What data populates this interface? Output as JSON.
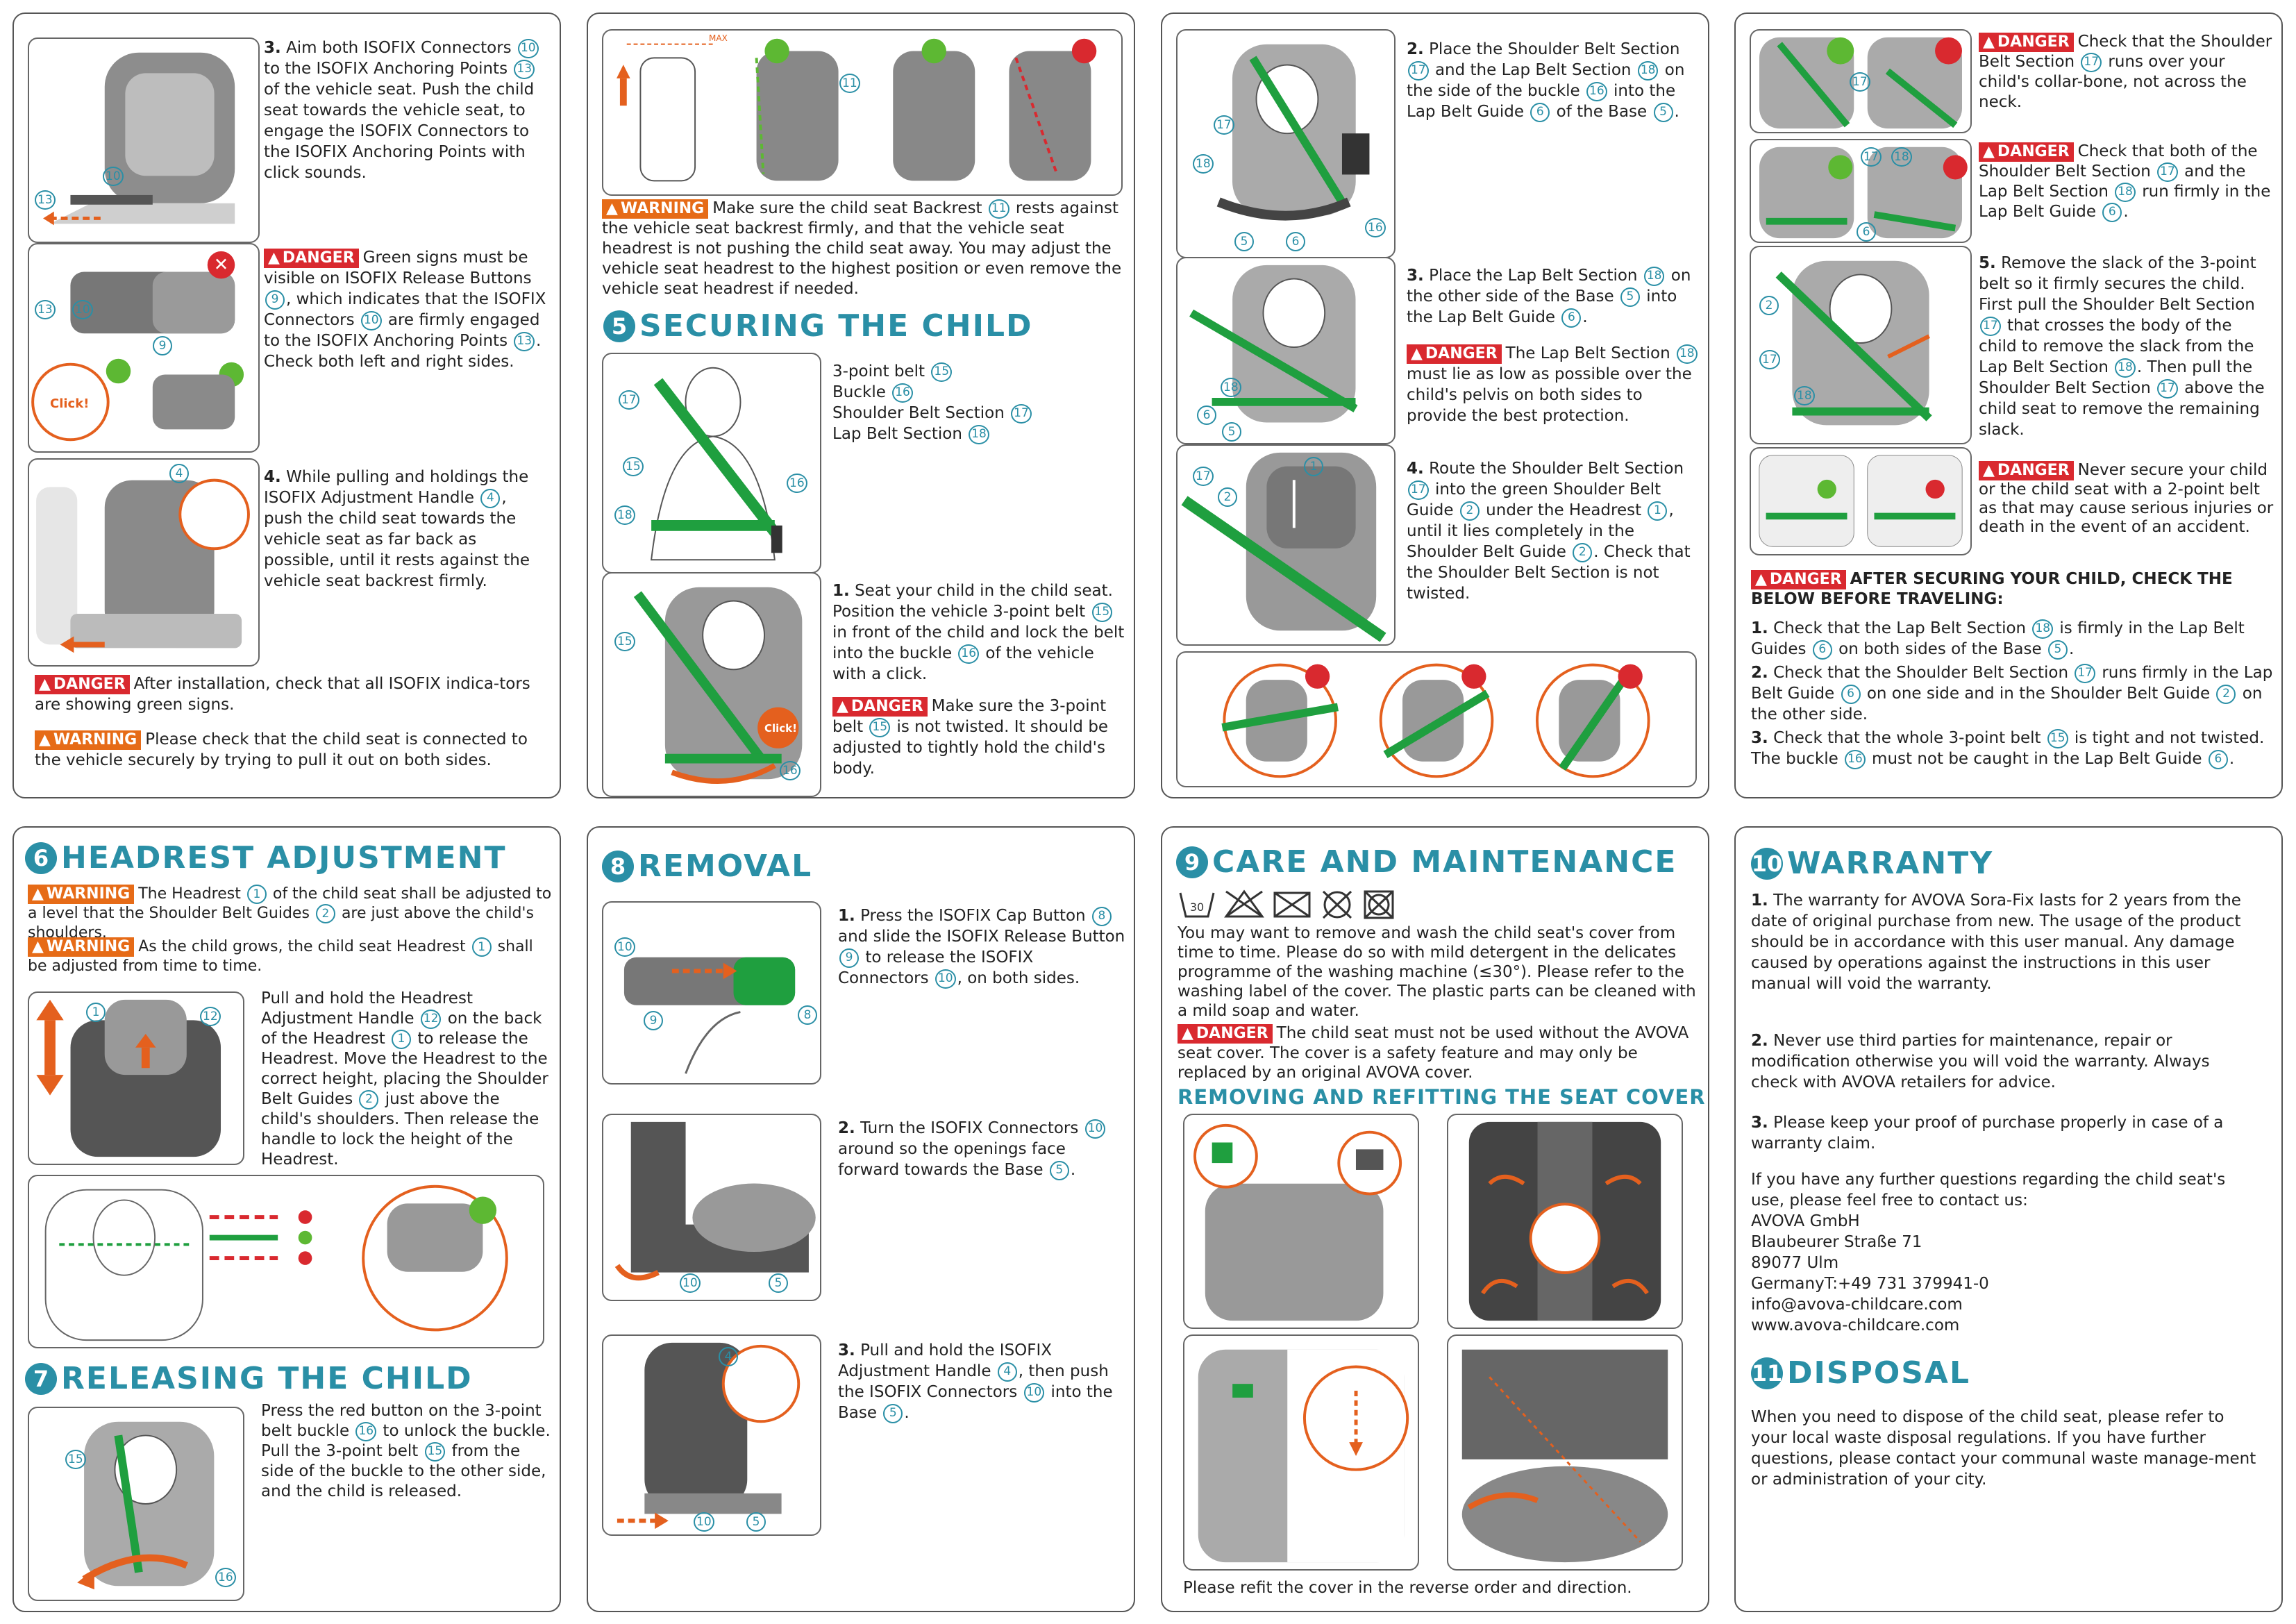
{
  "p1": {
    "s3": {
      "num": "3.",
      "t1": "Aim both ISOFIX Connectors",
      "c10": "10",
      "t2": "to the ISOFIX Anchoring Points",
      "c13": "13",
      "t3": "of the vehicle seat. Push the child seat towards the vehicle seat, to engage the ISOFIX Connectors to the ISOFIX Anchoring Points with click sounds."
    },
    "d1": {
      "badge": "DANGER",
      "t1": "Green signs must be visible on ISOFIX Release Buttons",
      "c9": "9",
      "t2": ", which indicates that the ISOFIX Connectors",
      "c10": "10",
      "t3": "are firmly engaged to the ISOFIX Anchoring Points",
      "c13": "13",
      "t4": ". Check both left and right sides."
    },
    "s4": {
      "num": "4.",
      "t1": "While pulling and holdings the ISOFIX Adjustment Handle",
      "c4": "4",
      "t2": ", push the child seat towards the vehicle seat as far back as possible, until it rests against the vehicle seat backrest firmly."
    },
    "d2": {
      "badge": "DANGER",
      "text": "After installation, check that all ISOFIX indica-tors are showing green signs."
    },
    "w1": {
      "badge": "WARNING",
      "text": "Please check that the child seat is connected to the vehicle securely by trying to pull it out on both sides."
    },
    "figs": {
      "c13": "13",
      "c10": "10",
      "c9": "9",
      "click": "Click!",
      "c4": "4"
    }
  },
  "p2": {
    "max": "MAX",
    "c11": "11",
    "w1": {
      "badge": "WARNING",
      "t1": "Make sure the child seat Backrest",
      "c11": "11",
      "t2": "rests against the vehicle seat backrest firmly, and that the vehicle seat headrest is not pushing the child seat away. You may adjust the vehicle seat headrest to the highest position or even remove the vehicle seat headrest if needed."
    },
    "sec": {
      "num": "5",
      "title": "SECURING THE CHILD"
    },
    "legend": [
      {
        "label": "3-point belt",
        "num": "15"
      },
      {
        "label": "Buckle",
        "num": "16"
      },
      {
        "label": "Shoulder Belt Section",
        "num": "17"
      },
      {
        "label": "Lap Belt Section",
        "num": "18"
      }
    ],
    "s1": {
      "num": "1.",
      "t1": "Seat your child in the child seat. Position the vehicle 3-point belt",
      "c15": "15",
      "t2": "in front of the child and lock the belt into the buckle",
      "c16": "16",
      "t3": "of the vehicle with a click."
    },
    "d1": {
      "badge": "DANGER",
      "t1": "Make sure the 3-point belt",
      "c15": "15",
      "t2": "is not twisted. It should be adjusted to tightly hold the child's body."
    },
    "figs": {
      "c17": "17",
      "c15": "15",
      "c18": "18",
      "c16": "16",
      "click": "Click!"
    }
  },
  "p3": {
    "s2": {
      "num": "2.",
      "t1": "Place the Shoulder Belt Section",
      "c17": "17",
      "t2": "and the Lap Belt Section",
      "c18": "18",
      "t3": "on the side of the buckle",
      "c16": "16",
      "t4": "into the Lap Belt Guide",
      "c6": "6",
      "t5": "of the Base",
      "c5": "5",
      "t6": "."
    },
    "s3": {
      "num": "3.",
      "t1": "Place the Lap Belt Section",
      "c18": "18",
      "t2": "on the other side of the Base",
      "c5": "5",
      "t3": "into the Lap Belt Guide",
      "c6": "6",
      "t4": "."
    },
    "d1": {
      "badge": "DANGER",
      "t1": "The Lap Belt Section",
      "c18": "18",
      "t2": "must lie as low as possible over the child's pelvis on both sides to provide the best protection."
    },
    "s4": {
      "num": "4.",
      "t1": "Route the Shoulder Belt Section",
      "c17": "17",
      "t2": "into the green Shoulder Belt Guide",
      "c2": "2",
      "t3": "under the Headrest",
      "c1": "1",
      "t4": ", until it lies completely in the Shoulder Belt Guide",
      "c2b": "2",
      "t5": ". Check that the Shoulder Belt Section is not twisted."
    },
    "figs": {
      "c17": "17",
      "c18": "18",
      "c5": "5",
      "c6": "6",
      "c16": "16",
      "c1": "1",
      "c2": "2"
    }
  },
  "p4": {
    "d1": {
      "badge": "DANGER",
      "t1": "Check that the Shoulder Belt Section",
      "c17": "17",
      "t2": "runs over your child's collar-bone, not across the neck."
    },
    "d2": {
      "badge": "DANGER",
      "t1": "Check that both of the Shoulder Belt Section",
      "c17": "17",
      "t2": "and the Lap Belt Section",
      "c18": "18",
      "t3": "run firmly in the Lap Belt Guide",
      "c6": "6",
      "t4": "."
    },
    "s5": {
      "num": "5.",
      "t1": "Remove the slack of the 3-point belt so it firmly secures the child. First pull the Shoulder Belt Section",
      "c17": "17",
      "t2": "that crosses the body of the child to remove the slack from the Lap Belt Section",
      "c18": "18",
      "t3": ". Then pull the Shoulder Belt Section",
      "c17b": "17",
      "t4": "above the child seat to remove the remaining slack."
    },
    "d3": {
      "badge": "DANGER",
      "text": "Never secure your child or the child seat with a 2-point belt as that may cause serious injuries or death in the event of an accident."
    },
    "d4": {
      "badge": "DANGER",
      "title": "AFTER SECURING YOUR CHILD, CHECK THE BELOW BEFORE TRAVELING:"
    },
    "checks": {
      "a": {
        "num": "1.",
        "t1": "Check that the Lap Belt Section",
        "c18": "18",
        "t2": "is firmly in the Lap Belt Guides",
        "c6": "6",
        "t3": "on both sides of the Base",
        "c5": "5",
        "t4": "."
      },
      "b": {
        "num": "2.",
        "t1": "Check that the Shoulder Belt Section",
        "c17": "17",
        "t2": "runs firmly in the Lap Belt Guide",
        "c6": "6",
        "t3": "on one side and in the Shoulder Belt Guide",
        "c2": "2",
        "t4": "on the other side."
      },
      "c": {
        "num": "3.",
        "t1": "Check that the whole 3-point belt",
        "c15": "15",
        "t2": "is tight and not twisted. The buckle",
        "c16": "16",
        "t3": "must not be caught in the Lap Belt Guide",
        "c6": "6",
        "t4": "."
      }
    },
    "figs": {
      "c17": "17",
      "c18": "18",
      "c6": "6",
      "c2": "2"
    }
  },
  "p5": {
    "sec6": {
      "num": "6",
      "title": "HEADREST ADJUSTMENT"
    },
    "w1": {
      "badge": "WARNING",
      "t1": "The Headrest",
      "c1": "1",
      "t2": "of the child seat shall be adjusted to a level that the Shoulder Belt Guides",
      "c2": "2",
      "t3": "are just above the child's shoulders."
    },
    "w2": {
      "badge": "WARNING",
      "t1": "As the child grows, the child seat Headrest",
      "c1": "1",
      "t2": "shall be adjusted from time to time."
    },
    "step": {
      "t1": "Pull and hold the Headrest Adjustment Handle",
      "c12": "12",
      "t2": "on the back of the Headrest",
      "c1": "1",
      "t3": "to release the Headrest. Move the Headrest to the correct height, placing the Shoulder Belt Guides",
      "c2": "2",
      "t4": "just above the child's shoulders. Then release the handle to lock the height of the Headrest."
    },
    "sec7": {
      "num": "7",
      "title": "RELEASING THE CHILD"
    },
    "rel": {
      "t1": "Press the red button on the 3-point belt buckle",
      "c16": "16",
      "t2": "to unlock the buckle. Pull the 3-point belt",
      "c15": "15",
      "t3": "from the side of the buckle to the other side, and the child is released."
    },
    "figs": {
      "c1": "1",
      "c12": "12",
      "c15": "15",
      "c16": "16"
    }
  },
  "p6": {
    "sec": {
      "num": "8",
      "title": "REMOVAL"
    },
    "s1": {
      "num": "1.",
      "t1": "Press the ISOFIX Cap Button",
      "c8": "8",
      "t2": "and slide the ISOFIX Release Button",
      "c9": "9",
      "t3": "to release the ISOFIX Connectors",
      "c10": "10",
      "t4": ", on both sides."
    },
    "s2": {
      "num": "2.",
      "t1": "Turn the ISOFIX Connectors",
      "c10": "10",
      "t2": "around so the openings face forward towards the Base",
      "c5": "5",
      "t3": "."
    },
    "s3": {
      "num": "3.",
      "t1": "Pull and hold the ISOFIX Adjustment Handle",
      "c4": "4",
      "t2": ", then push the ISOFIX Connectors",
      "c10": "10",
      "t3": "into the Base",
      "c5": "5",
      "t4": "."
    },
    "figs": {
      "c10": "10",
      "c9": "9",
      "c8": "8",
      "c5": "5",
      "c4": "4"
    }
  },
  "p7": {
    "sec": {
      "num": "9",
      "title": "CARE AND MAINTENANCE"
    },
    "wash_temp": "30",
    "intro": "You may want to remove and wash the child seat's cover from time to time. Please do so with mild detergent in the delicates programme of the washing machine (≤30°). Please refer to the washing label of the cover. The plastic parts can be cleaned with a mild soap and water.",
    "d1": {
      "badge": "DANGER",
      "text": "The child seat must not be used without the AVOVA seat cover. The cover is a safety feature and may only be replaced by an original AVOVA cover."
    },
    "sub": "REMOVING AND REFITTING THE SEAT COVER",
    "footer": "Please refit the cover in the reverse order and direction."
  },
  "p8": {
    "sec10": {
      "num": "10",
      "title": "WARRANTY"
    },
    "w1": "The warranty for AVOVA Sora-Fix lasts for 2 years from the date of original purchase from new. The usage of the product should be in accordance with this user manual. Any damage caused by operations against the instructions in this user manual will void the warranty.",
    "w1num": "1.",
    "w2": "Never use third parties for maintenance, repair or modification otherwise you will void the warranty. Always check with AVOVA retailers for advice.",
    "w2num": "2.",
    "w3": "Please keep your proof of purchase properly in case of a warranty claim.",
    "w3num": "3.",
    "contact": [
      "If you have any further questions regarding the child seat's use, please feel free to contact us:",
      "AVOVA GmbH",
      "Blaubeurer Straße 71",
      "89077 Ulm",
      "GermanyT:+49 731 379941-0",
      "info@avova-childcare.com",
      "www.avova-childcare.com"
    ],
    "sec11": {
      "num": "11",
      "title": "DISPOSAL"
    },
    "disposal": "When you need to dispose of the child seat, please refer to your local waste disposal regulations. If you have further questions, please contact your communal waste manage-ment or administration of your city."
  }
}
